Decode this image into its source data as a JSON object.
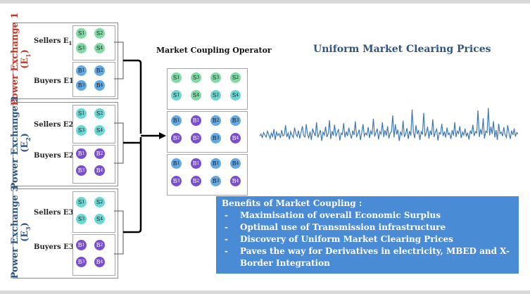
{
  "colors": {
    "seller_green": "#82d9a6",
    "seller_teal": "#6cd6d2",
    "buyer_blue": "#62a9e3",
    "buyer_purple": "#7a4ed1",
    "exchange1_label": "#c0392b",
    "exchange_label_other": "#2f5582",
    "series_line": "#3d78b8",
    "benefits_bg": "#4a8bd6"
  },
  "exchanges": [
    {
      "label_line1": "Power Exchange 1",
      "label_line2": "(E",
      "label_sub": "1",
      "label_close": ")",
      "sellers_label": "Sellers E",
      "sellers_sub": "1",
      "buyers_label": "Buyers E1",
      "sellers": [
        "S1",
        "S2",
        "S3",
        "S4"
      ],
      "buyers": [
        "B1",
        "B2",
        "B3",
        "B4"
      ]
    },
    {
      "label_line1": "Power Exchange 2",
      "label_line2": "(E",
      "label_sub": "2",
      "label_close": ")",
      "sellers_label": "Sellers E2",
      "sellers_sub": "",
      "buyers_label": "Buyers E2",
      "sellers": [
        "S1",
        "S2",
        "S3",
        "S4"
      ],
      "buyers": [
        "B1",
        "B2",
        "B3",
        "B4"
      ]
    },
    {
      "label_line1": "Power Exchange 3",
      "label_line2": "(E",
      "label_sub": "3",
      "label_close": ")",
      "sellers_label": "Sellers E3",
      "sellers_sub": "",
      "buyers_label": "Buyers E3",
      "sellers": [
        "S1",
        "S2",
        "S3",
        "S4"
      ],
      "buyers": [
        "B1",
        "B2",
        "B3",
        "B4"
      ]
    }
  ],
  "operator": {
    "title": "Market Coupling Operator",
    "sellers": [
      "S1",
      "S3",
      "S3",
      "S2",
      "S1",
      "S4",
      "S2",
      "S4"
    ],
    "buyers_a": [
      "B1",
      "B1",
      "B2",
      "B3",
      "B2",
      "B2",
      "B3",
      "B4"
    ],
    "buyers_b": [
      "B1",
      "B1",
      "B1",
      "B4",
      "B3",
      "B2",
      "B3",
      "B4"
    ]
  },
  "prices": {
    "title": "Uniform Market Clearing Prices",
    "series": [
      0.38,
      0.42,
      0.35,
      0.45,
      0.4,
      0.36,
      0.48,
      0.41,
      0.33,
      0.44,
      0.37,
      0.52,
      0.3,
      0.46,
      0.39,
      0.43,
      0.34,
      0.5,
      0.38,
      0.41,
      0.6,
      0.36,
      0.44,
      0.31,
      0.47,
      0.4,
      0.35,
      0.55,
      0.42,
      0.37,
      0.49,
      0.33,
      0.45,
      0.58,
      0.39,
      0.36,
      0.62,
      0.41,
      0.34,
      0.47,
      0.3,
      0.53,
      0.44,
      0.38,
      0.66,
      0.35,
      0.42,
      0.5,
      0.28,
      0.46,
      0.4,
      0.57,
      0.36,
      0.43,
      0.7,
      0.32,
      0.48,
      0.39,
      0.61,
      0.37,
      0.45,
      0.52,
      0.29,
      0.44,
      0.41,
      0.64,
      0.35,
      0.47,
      0.38,
      0.55,
      0.42,
      0.33,
      0.49,
      0.4,
      0.68,
      0.36,
      0.43,
      0.51,
      0.3,
      0.46,
      0.62,
      0.38,
      0.44,
      0.4,
      0.56,
      0.34,
      0.48,
      0.41,
      0.73,
      0.37,
      0.45,
      0.53,
      0.31,
      0.47,
      0.42,
      0.66,
      0.36,
      0.5,
      0.39,
      0.58,
      0.33,
      0.44,
      0.47,
      0.8,
      0.35,
      0.62,
      0.41,
      0.51,
      0.28,
      0.46,
      0.4,
      0.69,
      0.36,
      0.43,
      0.54,
      0.32,
      0.48,
      0.39,
      0.92,
      0.45,
      0.34,
      0.6,
      0.42,
      0.5,
      0.3,
      0.47,
      0.41,
      0.85,
      0.37,
      0.44,
      0.57,
      0.33,
      0.49,
      0.4,
      0.72,
      0.36,
      0.46,
      0.52,
      0.29,
      0.45,
      0.42,
      0.63,
      0.38,
      0.47,
      0.35,
      0.55,
      0.41,
      0.44,
      0.32,
      0.5,
      0.39,
      0.66,
      0.36,
      0.48,
      0.43,
      0.58,
      0.34,
      0.46,
      0.4,
      0.53,
      0.37,
      0.45,
      0.31,
      0.49,
      0.42,
      0.61,
      0.38,
      0.47,
      0.44,
      0.9,
      0.36,
      0.52,
      0.41,
      0.74,
      0.33,
      0.48,
      0.45,
      0.95,
      0.39,
      0.57,
      0.42,
      0.68,
      0.35,
      0.5,
      0.3,
      0.63,
      0.43,
      0.46,
      0.38,
      0.56,
      0.41,
      0.35,
      0.6,
      0.44,
      0.32,
      0.49,
      0.4,
      0.53,
      0.37,
      0.45,
      0.42
    ]
  },
  "benefits": {
    "title": "Benefits of Market Coupling :",
    "items": [
      "Maximisation of overall Economic Surplus",
      "Optimal use of Transmission infrastructure",
      "Discovery of Uniform Market Clearing Prices",
      "Paves the way for Derivatives in electricity, MBED and X-Border Integration"
    ]
  }
}
